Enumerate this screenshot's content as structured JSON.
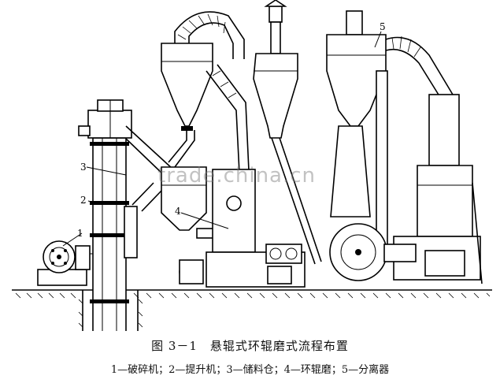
{
  "watermark": "trade.china.cn",
  "labels": {
    "n1": "1",
    "n2": "2",
    "n3": "3",
    "n4": "4",
    "n5": "5"
  },
  "caption": {
    "title": "图 3－1　悬辊式环辊磨式流程布置",
    "legend": "1—破碎机；2—提升机；3—储料仓；4—环辊磨；5—分离器"
  }
}
